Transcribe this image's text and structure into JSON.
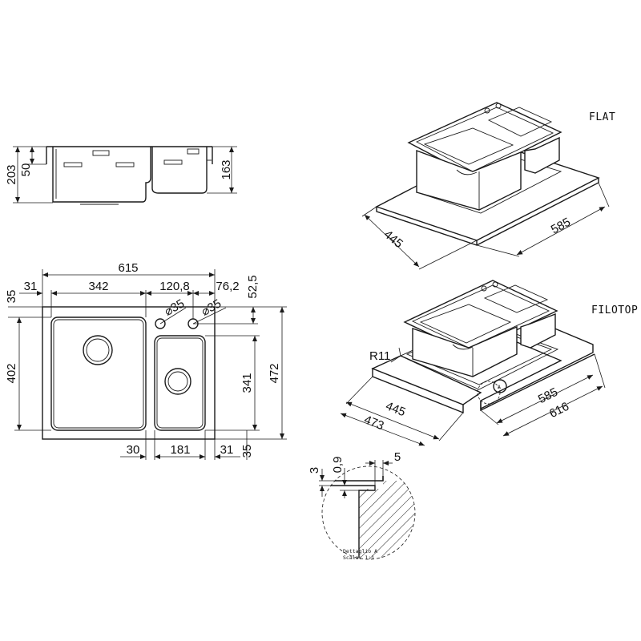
{
  "side_view": {
    "height_total": "203",
    "height_rim": "50",
    "height_small": "163"
  },
  "top_view": {
    "width_total": "615",
    "left_margin": "31",
    "width_large": "342",
    "hole_spacing": "120,8",
    "right_margin_top": "76,2",
    "top_margin_left": "35",
    "hole_offset_top": "52,5",
    "hole_dia_1": "⌀35",
    "hole_dia_2": "⌀35",
    "height_large": "402",
    "height_small": "341",
    "height_total": "472",
    "gap_bowls": "30",
    "width_small": "181",
    "right_margin_bottom": "31",
    "bottom_margin_right": "35"
  },
  "flat": {
    "label": "FLAT",
    "dim_depth": "445",
    "dim_width": "585"
  },
  "filotop": {
    "label": "FILOTOP",
    "radius": "R11",
    "dim_depth_inner": "445",
    "dim_depth_outer": "473",
    "dim_width_inner": "585",
    "dim_width_outer": "616",
    "detail_marker": "A"
  },
  "detail": {
    "dim_a": "3",
    "dim_b": "0,9",
    "dim_c": "5",
    "caption_1": "Dettaglio A",
    "caption_2": "Scala:  1:1"
  }
}
